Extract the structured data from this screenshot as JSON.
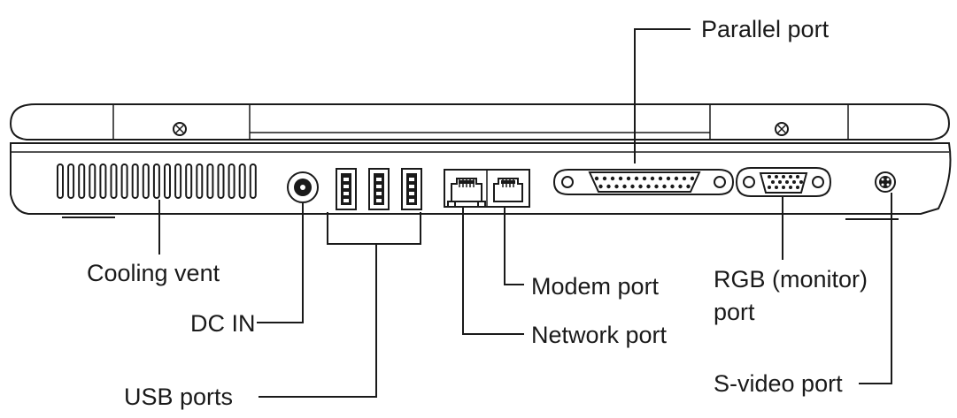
{
  "labels": {
    "parallel_port": "Parallel port",
    "cooling_vent": "Cooling vent",
    "dc_in": "DC IN",
    "usb_ports": "USB ports",
    "modem_port": "Modem port",
    "network_port": "Network port",
    "rgb_line1": "RGB (monitor)",
    "rgb_line2": "port",
    "svideo_port": "S-video port"
  }
}
